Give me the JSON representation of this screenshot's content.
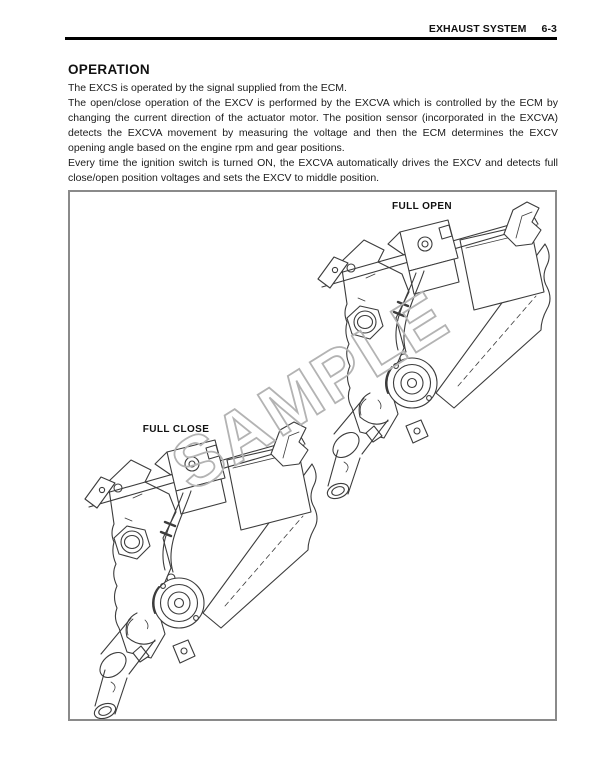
{
  "header": {
    "title": "EXHAUST SYSTEM",
    "page_number": "6-3"
  },
  "content": {
    "heading": "OPERATION",
    "paragraphs": [
      "The EXCS is operated by the signal supplied from the ECM.",
      "The open/close operation of the EXCV is performed by the EXCVA which is controlled by the ECM by changing the current direction of the actuator motor. The position sensor (incorporated in the EXCVA) detects the EXCVA movement by measuring the voltage and then the ECM determines the EXCV opening angle based on the engine rpm and gear positions.",
      "Every time the ignition switch is turned ON, the EXCVA automatically drives the EXCV and detects full close/open position voltages and sets the EXCV to middle position."
    ]
  },
  "figure": {
    "labels": {
      "full_open": "FULL OPEN",
      "full_close": "FULL CLOSE"
    },
    "watermark": "SAMPLE"
  },
  "colors": {
    "ink": "#1b1b1b",
    "header_rule": "#000000",
    "figure_border": "#8a8a8a",
    "line_art": "#3c3c3c",
    "watermark_outline": "#b3b3b3"
  }
}
